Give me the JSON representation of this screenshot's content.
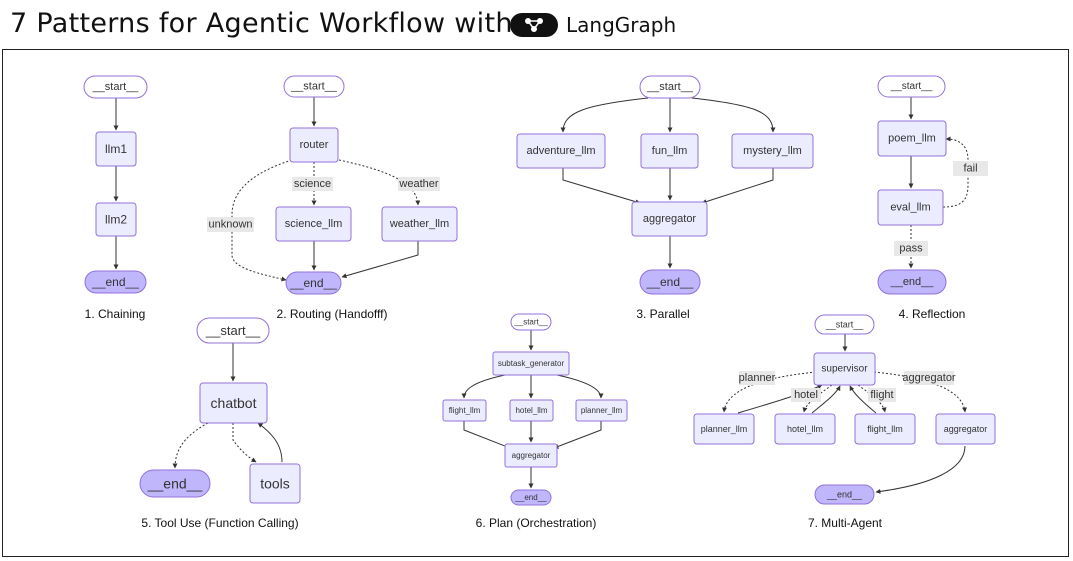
{
  "header": {
    "title": "7 Patterns for Agentic Workflow with",
    "brand": "LangGraph"
  },
  "colors": {
    "node_fill": "#ECECFF",
    "node_stroke": "#9370DB",
    "end_fill": "#BFB6FC",
    "label_bg": "#E8E8E8"
  },
  "patterns": {
    "chaining": {
      "caption": "1. Chaining",
      "nodes": {
        "start": "__start__",
        "llm1": "llm1",
        "llm2": "llm2",
        "end": "__end__"
      }
    },
    "routing": {
      "caption": "2. Routing (Handofff)",
      "nodes": {
        "start": "__start__",
        "router": "router",
        "science_llm": "science_llm",
        "weather_llm": "weather_llm",
        "end": "__end__"
      },
      "edge_labels": {
        "science": "science",
        "weather": "weather",
        "unknown": "unknown"
      }
    },
    "parallel": {
      "caption": "3. Parallel",
      "nodes": {
        "start": "__start__",
        "adventure_llm": "adventure_llm",
        "fun_llm": "fun_llm",
        "mystery_llm": "mystery_llm",
        "aggregator": "aggregator",
        "end": "__end__"
      }
    },
    "reflection": {
      "caption": "4. Reflection",
      "nodes": {
        "start": "__start__",
        "poem_llm": "poem_llm",
        "eval_llm": "eval_llm",
        "end": "__end__"
      },
      "edge_labels": {
        "fail": "fail",
        "pass": "pass"
      }
    },
    "tool_use": {
      "caption": "5. Tool Use (Function Calling)",
      "nodes": {
        "start": "__start__",
        "chatbot": "chatbot",
        "end": "__end__",
        "tools": "tools"
      }
    },
    "plan": {
      "caption": "6. Plan (Orchestration)",
      "nodes": {
        "start": "__start__",
        "subtask_generator": "subtask_generator",
        "flight_llm": "flight_llm",
        "hotel_llm": "hotel_llm",
        "planner_llm": "planner_llm",
        "aggregator": "aggregator",
        "end": "__end__"
      }
    },
    "multi_agent": {
      "caption": "7. Multi-Agent",
      "nodes": {
        "start": "__start__",
        "supervisor": "supervisor",
        "planner_llm": "planner_llm",
        "hotel_llm": "hotel_llm",
        "flight_llm": "flight_llm",
        "aggregator": "aggregator",
        "end": "__end__"
      },
      "edge_labels": {
        "planner": "planner",
        "hotel": "hotel",
        "flight": "flight",
        "aggregator": "aggregator"
      }
    }
  }
}
